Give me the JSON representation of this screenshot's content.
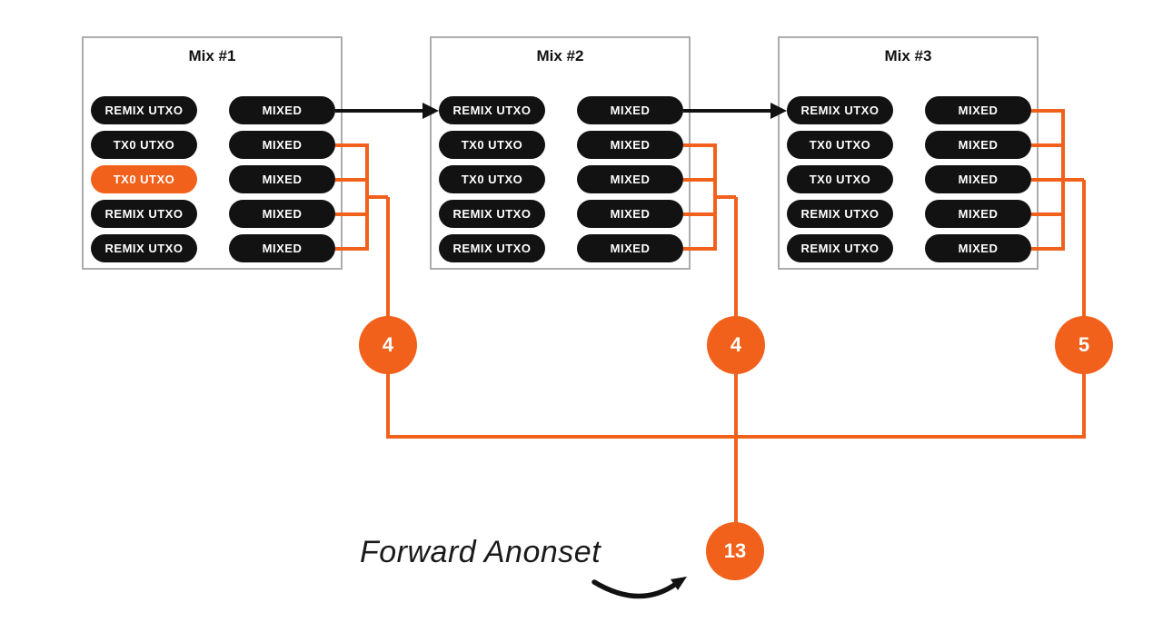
{
  "colors": {
    "orange": "#F2611C",
    "pill": "#121212",
    "border": "#ACACAC",
    "ink": "#111111",
    "bg": "#FFFFFF"
  },
  "mixes": [
    {
      "title": "Mix #1",
      "inputs": [
        {
          "label": "REMIX UTXO",
          "highlight": false
        },
        {
          "label": "TX0 UTXO",
          "highlight": false
        },
        {
          "label": "TX0 UTXO",
          "highlight": true
        },
        {
          "label": "REMIX UTXO",
          "highlight": false
        },
        {
          "label": "REMIX UTXO",
          "highlight": false
        }
      ],
      "outputs": [
        "MIXED",
        "MIXED",
        "MIXED",
        "MIXED",
        "MIXED"
      ]
    },
    {
      "title": "Mix #2",
      "inputs": [
        {
          "label": "REMIX UTXO",
          "highlight": false
        },
        {
          "label": "TX0 UTXO",
          "highlight": false
        },
        {
          "label": "TX0 UTXO",
          "highlight": false
        },
        {
          "label": "REMIX UTXO",
          "highlight": false
        },
        {
          "label": "REMIX UTXO",
          "highlight": false
        }
      ],
      "outputs": [
        "MIXED",
        "MIXED",
        "MIXED",
        "MIXED",
        "MIXED"
      ]
    },
    {
      "title": "Mix #3",
      "inputs": [
        {
          "label": "REMIX UTXO",
          "highlight": false
        },
        {
          "label": "TX0 UTXO",
          "highlight": false
        },
        {
          "label": "TX0 UTXO",
          "highlight": false
        },
        {
          "label": "REMIX UTXO",
          "highlight": false
        },
        {
          "label": "REMIX UTXO",
          "highlight": false
        }
      ],
      "outputs": [
        "MIXED",
        "MIXED",
        "MIXED",
        "MIXED",
        "MIXED"
      ]
    }
  ],
  "badges": [
    {
      "value": "4"
    },
    {
      "value": "4"
    },
    {
      "value": "5"
    }
  ],
  "total_badge": {
    "value": "13"
  },
  "caption": {
    "text": "Forward Anonset"
  }
}
